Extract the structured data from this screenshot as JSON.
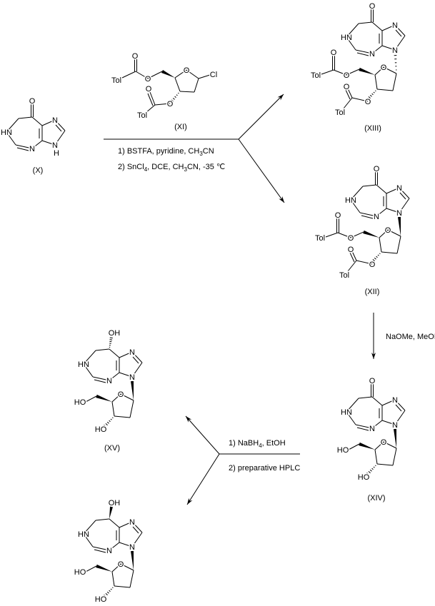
{
  "atoms": {
    "o": "O",
    "hn": "HN",
    "n": "N",
    "h": "H",
    "oh": "OH",
    "ho": "HO",
    "tol": "Tol",
    "cl": "Cl"
  },
  "compounds": {
    "X": {
      "label": "(X)"
    },
    "XI": {
      "label": "(XI)"
    },
    "XII": {
      "label": "(XII)"
    },
    "XIII": {
      "label": "(XIII)"
    },
    "XIV": {
      "label": "(XIV)"
    },
    "XV": {
      "label": "(XV)"
    }
  },
  "reactions": {
    "glycosylation": {
      "line1": [
        "1) BSTFA, pyridine, CH",
        "3",
        "CN"
      ],
      "line2": [
        "2) SnCl",
        "4",
        ", DCE, CH",
        "3",
        "CN, -35 ℃"
      ]
    },
    "deprotection": {
      "line1": "NaOMe, MeOH"
    },
    "reduction": {
      "line1": [
        "1) NaBH",
        "4",
        ", EtOH"
      ],
      "line2": "2) preparative HPLC"
    }
  }
}
